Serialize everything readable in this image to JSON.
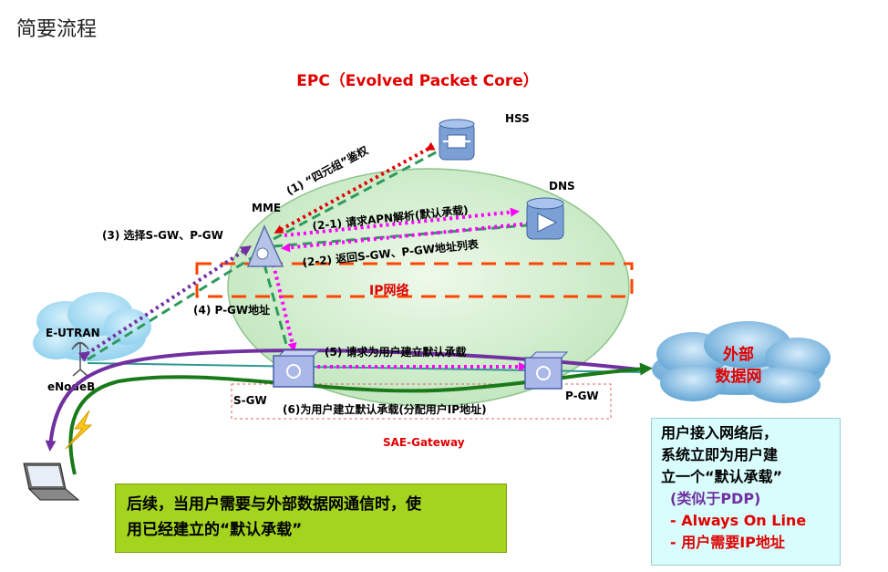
{
  "title": "简要流程",
  "epc_label": "EPC（Evolved Packet Core）",
  "nodes": {
    "hss": "HSS",
    "dns": "DNS",
    "mme": "MME",
    "eutran": "E-UTRAN",
    "enodeb": "eNodeB",
    "sgw": "S-GW",
    "pgw": "P-GW",
    "external": [
      "外部",
      "数据网"
    ]
  },
  "ip_network": "IP网络",
  "sae_gateway": "SAE-Gateway",
  "steps": {
    "s1": "(1) “四元组”鉴权",
    "s21": "(2-1) 请求APN解析(默认承载)",
    "s22": "(2-2) 返回S-GW、P-GW地址列表",
    "s3": "(3) 选择S-GW、P-GW",
    "s4": "(4) P-GW地址",
    "s5": "(5) 请求为用户建立默认承载",
    "s6": "(6)为用户建立默认承载(分配用户IP地址)"
  },
  "note_left": [
    "后续，当用户需要与外部数据网通信时，使",
    "用已经建立的“默认承载”"
  ],
  "note_right": {
    "lines": [
      "用户接入网络后，",
      "系统立即为用户建",
      "立一个“默认承载”"
    ],
    "pdp": "(类似于PDP)",
    "bullets": [
      "- Always On Line",
      "- 用户需要IP地址"
    ]
  },
  "colors": {
    "epc_fill": "#cdeec9",
    "red_text": "#e00000",
    "magenta": "#ff00ff",
    "purple": "#7030a0",
    "dashed_green": "#2e9a5e",
    "dark_green": "#1a7a1a",
    "note_green": "#a4d41e",
    "note_cyan": "#d9fcfc",
    "ip_box": "#ff4400"
  }
}
